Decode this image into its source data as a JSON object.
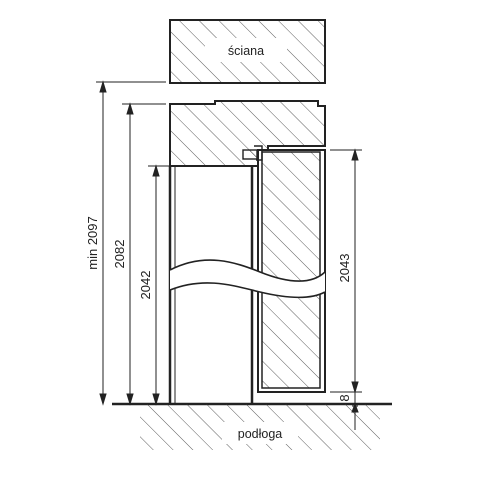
{
  "labels": {
    "wall": "ściana",
    "floor": "podłoga"
  },
  "dimensions": {
    "min_total": "min  2097",
    "frame_height": "2082",
    "leaf_height": "2042",
    "opening_height": "2043",
    "floor_gap": "8"
  }
}
